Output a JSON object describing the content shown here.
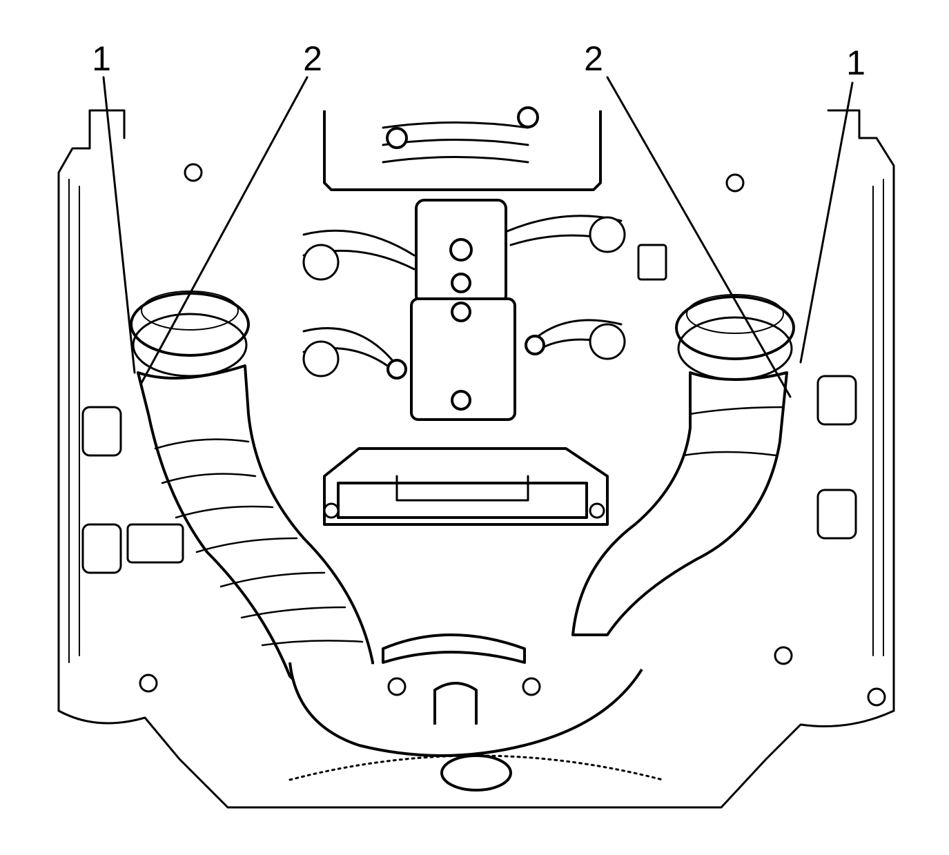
{
  "diagram": {
    "callouts": [
      {
        "id": "c1",
        "label": "1"
      },
      {
        "id": "c2",
        "label": "2"
      },
      {
        "id": "c3",
        "label": "2"
      },
      {
        "id": "c4",
        "label": "1"
      }
    ],
    "colors": {
      "ink": "#000000",
      "paper": "#ffffff"
    }
  }
}
